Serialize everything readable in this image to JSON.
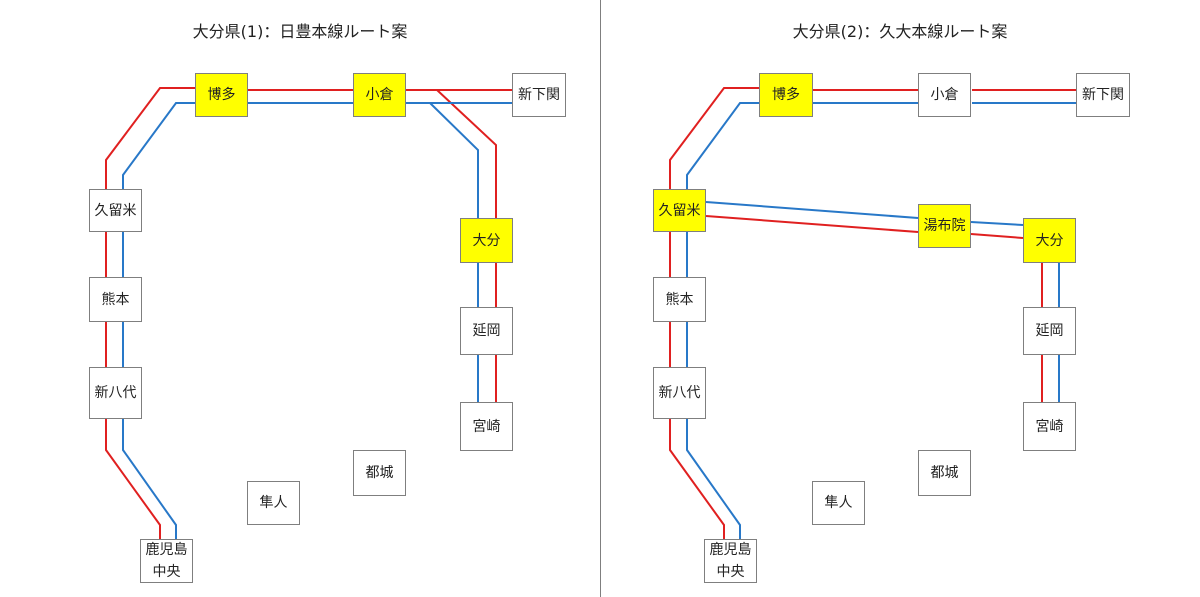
{
  "colors": {
    "red_line": "#e02020",
    "blue_line": "#2878c8",
    "highlight": "#ffff00"
  },
  "panels": [
    {
      "title": "大分県(1)：日豊本線ルート案",
      "stations": {
        "hakata": {
          "label": "博多",
          "highlighted": true
        },
        "kokura": {
          "label": "小倉",
          "highlighted": true
        },
        "shinshimonoseki": {
          "label": "新下関",
          "highlighted": false
        },
        "kurume": {
          "label": "久留米",
          "highlighted": false
        },
        "kumamoto": {
          "label": "熊本",
          "highlighted": false
        },
        "shinyatsushiro": {
          "label": "新八代",
          "highlighted": false
        },
        "kagoshimachuo": {
          "label": "鹿児島\n中央",
          "highlighted": false
        },
        "oita": {
          "label": "大分",
          "highlighted": true
        },
        "nobeoka": {
          "label": "延岡",
          "highlighted": false
        },
        "miyazaki": {
          "label": "宮崎",
          "highlighted": false
        },
        "miyakonojo": {
          "label": "都城",
          "highlighted": false
        },
        "hayato": {
          "label": "隼人",
          "highlighted": false
        }
      }
    },
    {
      "title": "大分県(2)：久大本線ルート案",
      "stations": {
        "hakata": {
          "label": "博多",
          "highlighted": true
        },
        "kokura": {
          "label": "小倉",
          "highlighted": false
        },
        "shinshimonoseki": {
          "label": "新下関",
          "highlighted": false
        },
        "kurume": {
          "label": "久留米",
          "highlighted": true
        },
        "yufuin": {
          "label": "湯布院",
          "highlighted": true
        },
        "oita": {
          "label": "大分",
          "highlighted": true
        },
        "kumamoto": {
          "label": "熊本",
          "highlighted": false
        },
        "shinyatsushiro": {
          "label": "新八代",
          "highlighted": false
        },
        "kagoshimachuo": {
          "label": "鹿児島\n中央",
          "highlighted": false
        },
        "nobeoka": {
          "label": "延岡",
          "highlighted": false
        },
        "miyazaki": {
          "label": "宮崎",
          "highlighted": false
        },
        "miyakonojo": {
          "label": "都城",
          "highlighted": false
        },
        "hayato": {
          "label": "隼人",
          "highlighted": false
        }
      }
    }
  ]
}
